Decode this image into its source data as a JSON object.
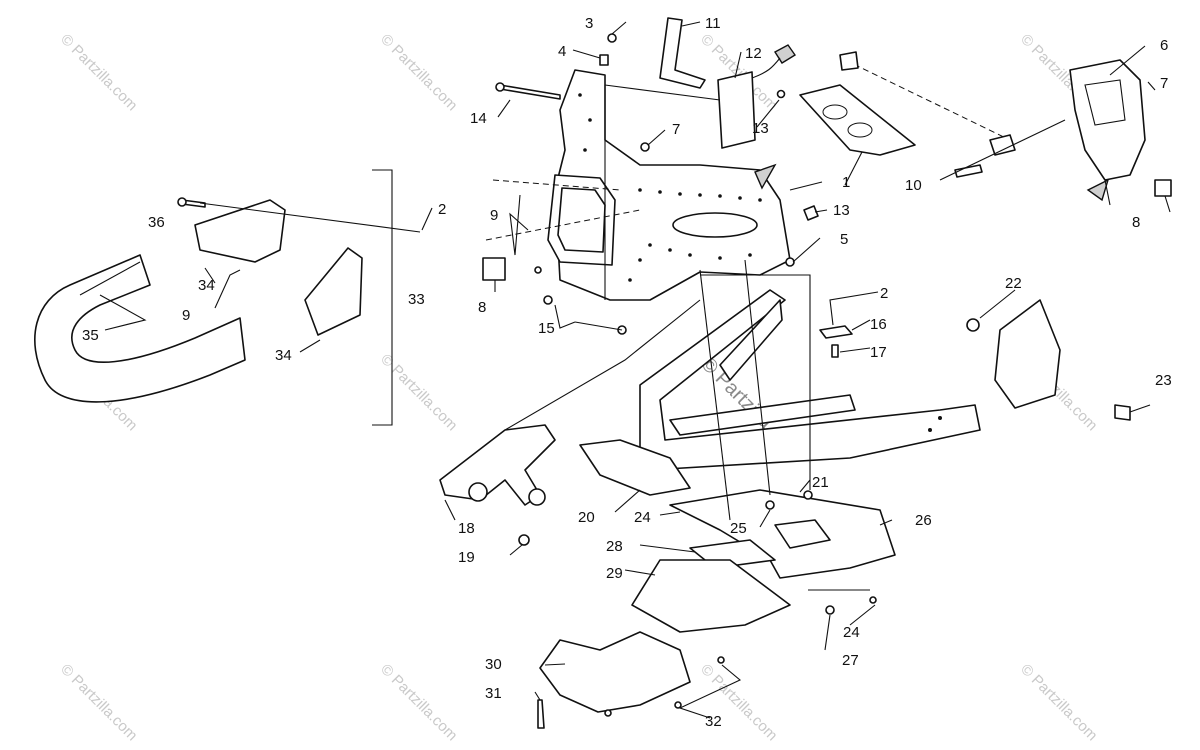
{
  "watermark": {
    "small_text": "© Partzilla.com",
    "center_text": "© Partzilla.com"
  },
  "callouts": [
    {
      "id": "c1",
      "label": "1"
    },
    {
      "id": "c2a",
      "label": "2"
    },
    {
      "id": "c2b",
      "label": "2"
    },
    {
      "id": "c3",
      "label": "3"
    },
    {
      "id": "c4",
      "label": "4"
    },
    {
      "id": "c5",
      "label": "5"
    },
    {
      "id": "c6",
      "label": "6"
    },
    {
      "id": "c7a",
      "label": "7"
    },
    {
      "id": "c7b",
      "label": "7"
    },
    {
      "id": "c8a",
      "label": "8"
    },
    {
      "id": "c8b",
      "label": "8"
    },
    {
      "id": "c9a",
      "label": "9"
    },
    {
      "id": "c9b",
      "label": "9"
    },
    {
      "id": "c10",
      "label": "10"
    },
    {
      "id": "c11",
      "label": "11"
    },
    {
      "id": "c12",
      "label": "12"
    },
    {
      "id": "c13a",
      "label": "13"
    },
    {
      "id": "c13b",
      "label": "13"
    },
    {
      "id": "c14",
      "label": "14"
    },
    {
      "id": "c15",
      "label": "15"
    },
    {
      "id": "c16",
      "label": "16"
    },
    {
      "id": "c17",
      "label": "17"
    },
    {
      "id": "c18",
      "label": "18"
    },
    {
      "id": "c19",
      "label": "19"
    },
    {
      "id": "c20",
      "label": "20"
    },
    {
      "id": "c21",
      "label": "21"
    },
    {
      "id": "c22",
      "label": "22"
    },
    {
      "id": "c23",
      "label": "23"
    },
    {
      "id": "c24a",
      "label": "24"
    },
    {
      "id": "c24b",
      "label": "24"
    },
    {
      "id": "c25",
      "label": "25"
    },
    {
      "id": "c26",
      "label": "26"
    },
    {
      "id": "c27",
      "label": "27"
    },
    {
      "id": "c28",
      "label": "28"
    },
    {
      "id": "c29",
      "label": "29"
    },
    {
      "id": "c30",
      "label": "30"
    },
    {
      "id": "c31",
      "label": "31"
    },
    {
      "id": "c32",
      "label": "32"
    },
    {
      "id": "c33",
      "label": "33"
    },
    {
      "id": "c34a",
      "label": "34"
    },
    {
      "id": "c34b",
      "label": "34"
    },
    {
      "id": "c35",
      "label": "35"
    },
    {
      "id": "c36",
      "label": "36"
    }
  ]
}
